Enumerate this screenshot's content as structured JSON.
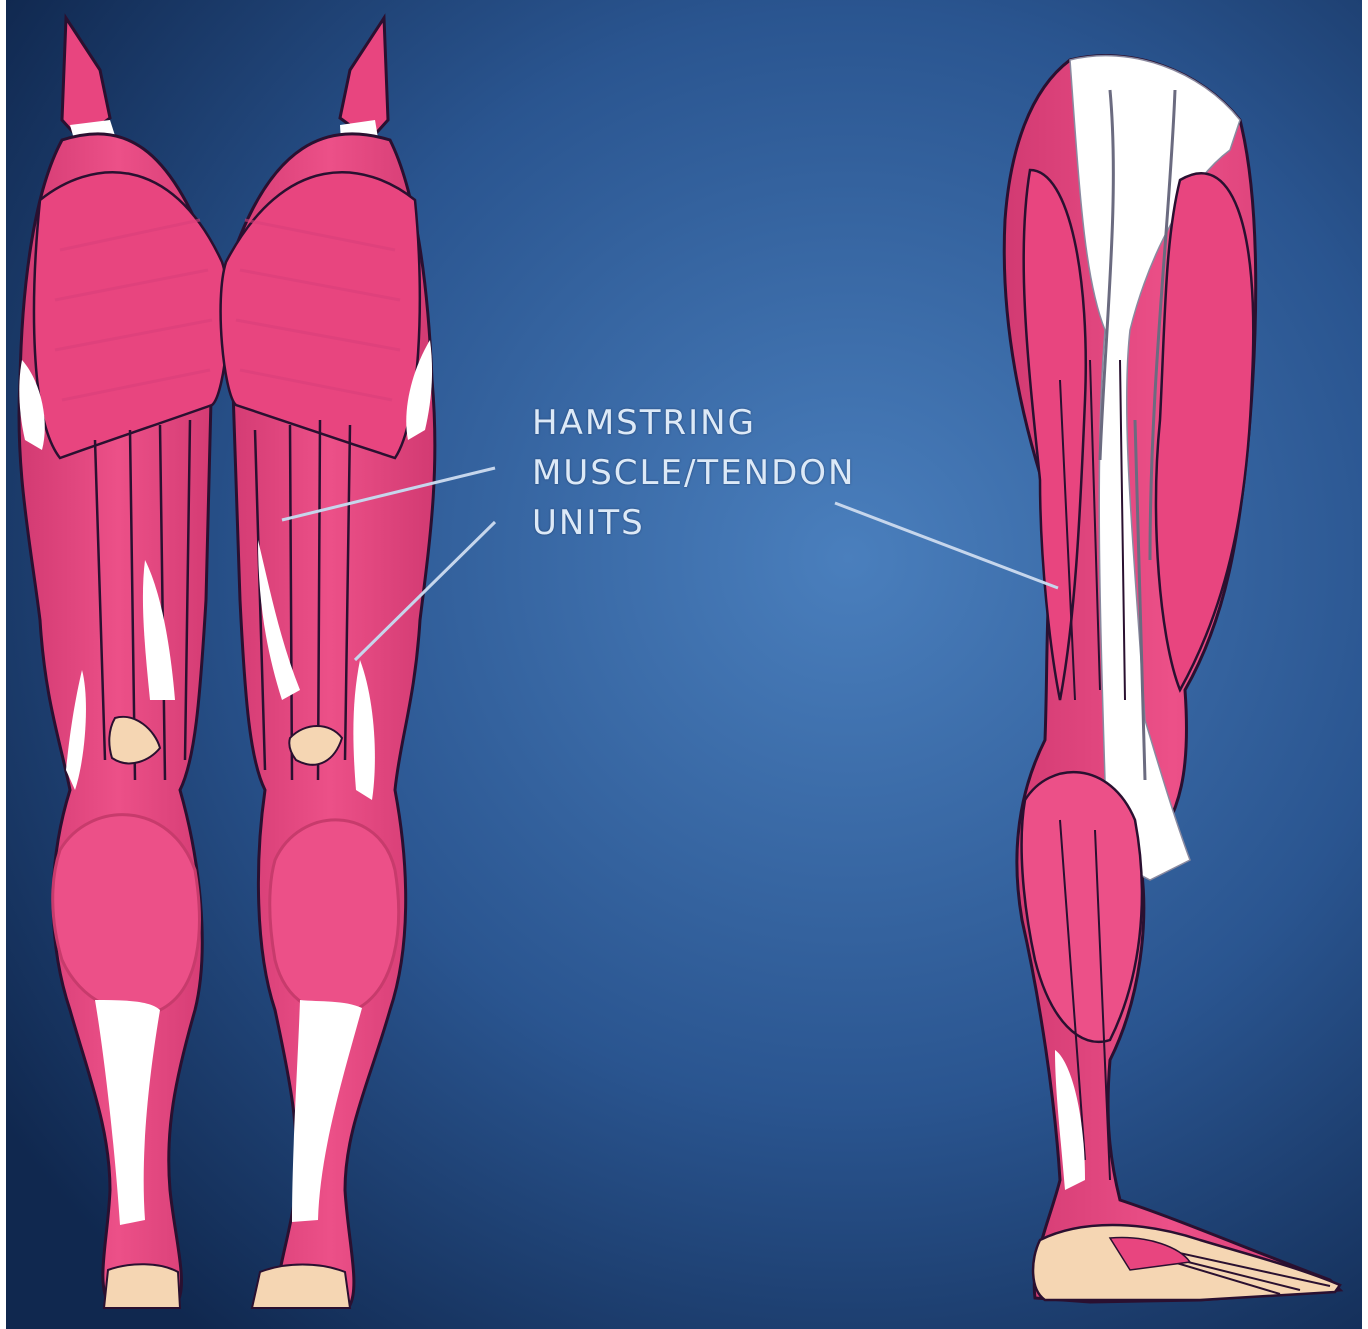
{
  "figure": {
    "label_lines": [
      "HAMSTRING",
      "MUSCLE/TENDON",
      "UNITS"
    ]
  },
  "colors": {
    "background_center": "#4a7fbd",
    "background_edge": "#10284f",
    "muscle": "#e8457f",
    "muscle_dark": "#c73b6c",
    "tendon": "#ffffff",
    "bone": "#f5d6b3",
    "outline": "#2a1030",
    "leader_line": "#c6d6ec",
    "label_text": "#dce9f7"
  },
  "icons": {
    "posterior_view": "legs-posterior-view-icon",
    "lateral_view": "leg-lateral-view-icon"
  }
}
